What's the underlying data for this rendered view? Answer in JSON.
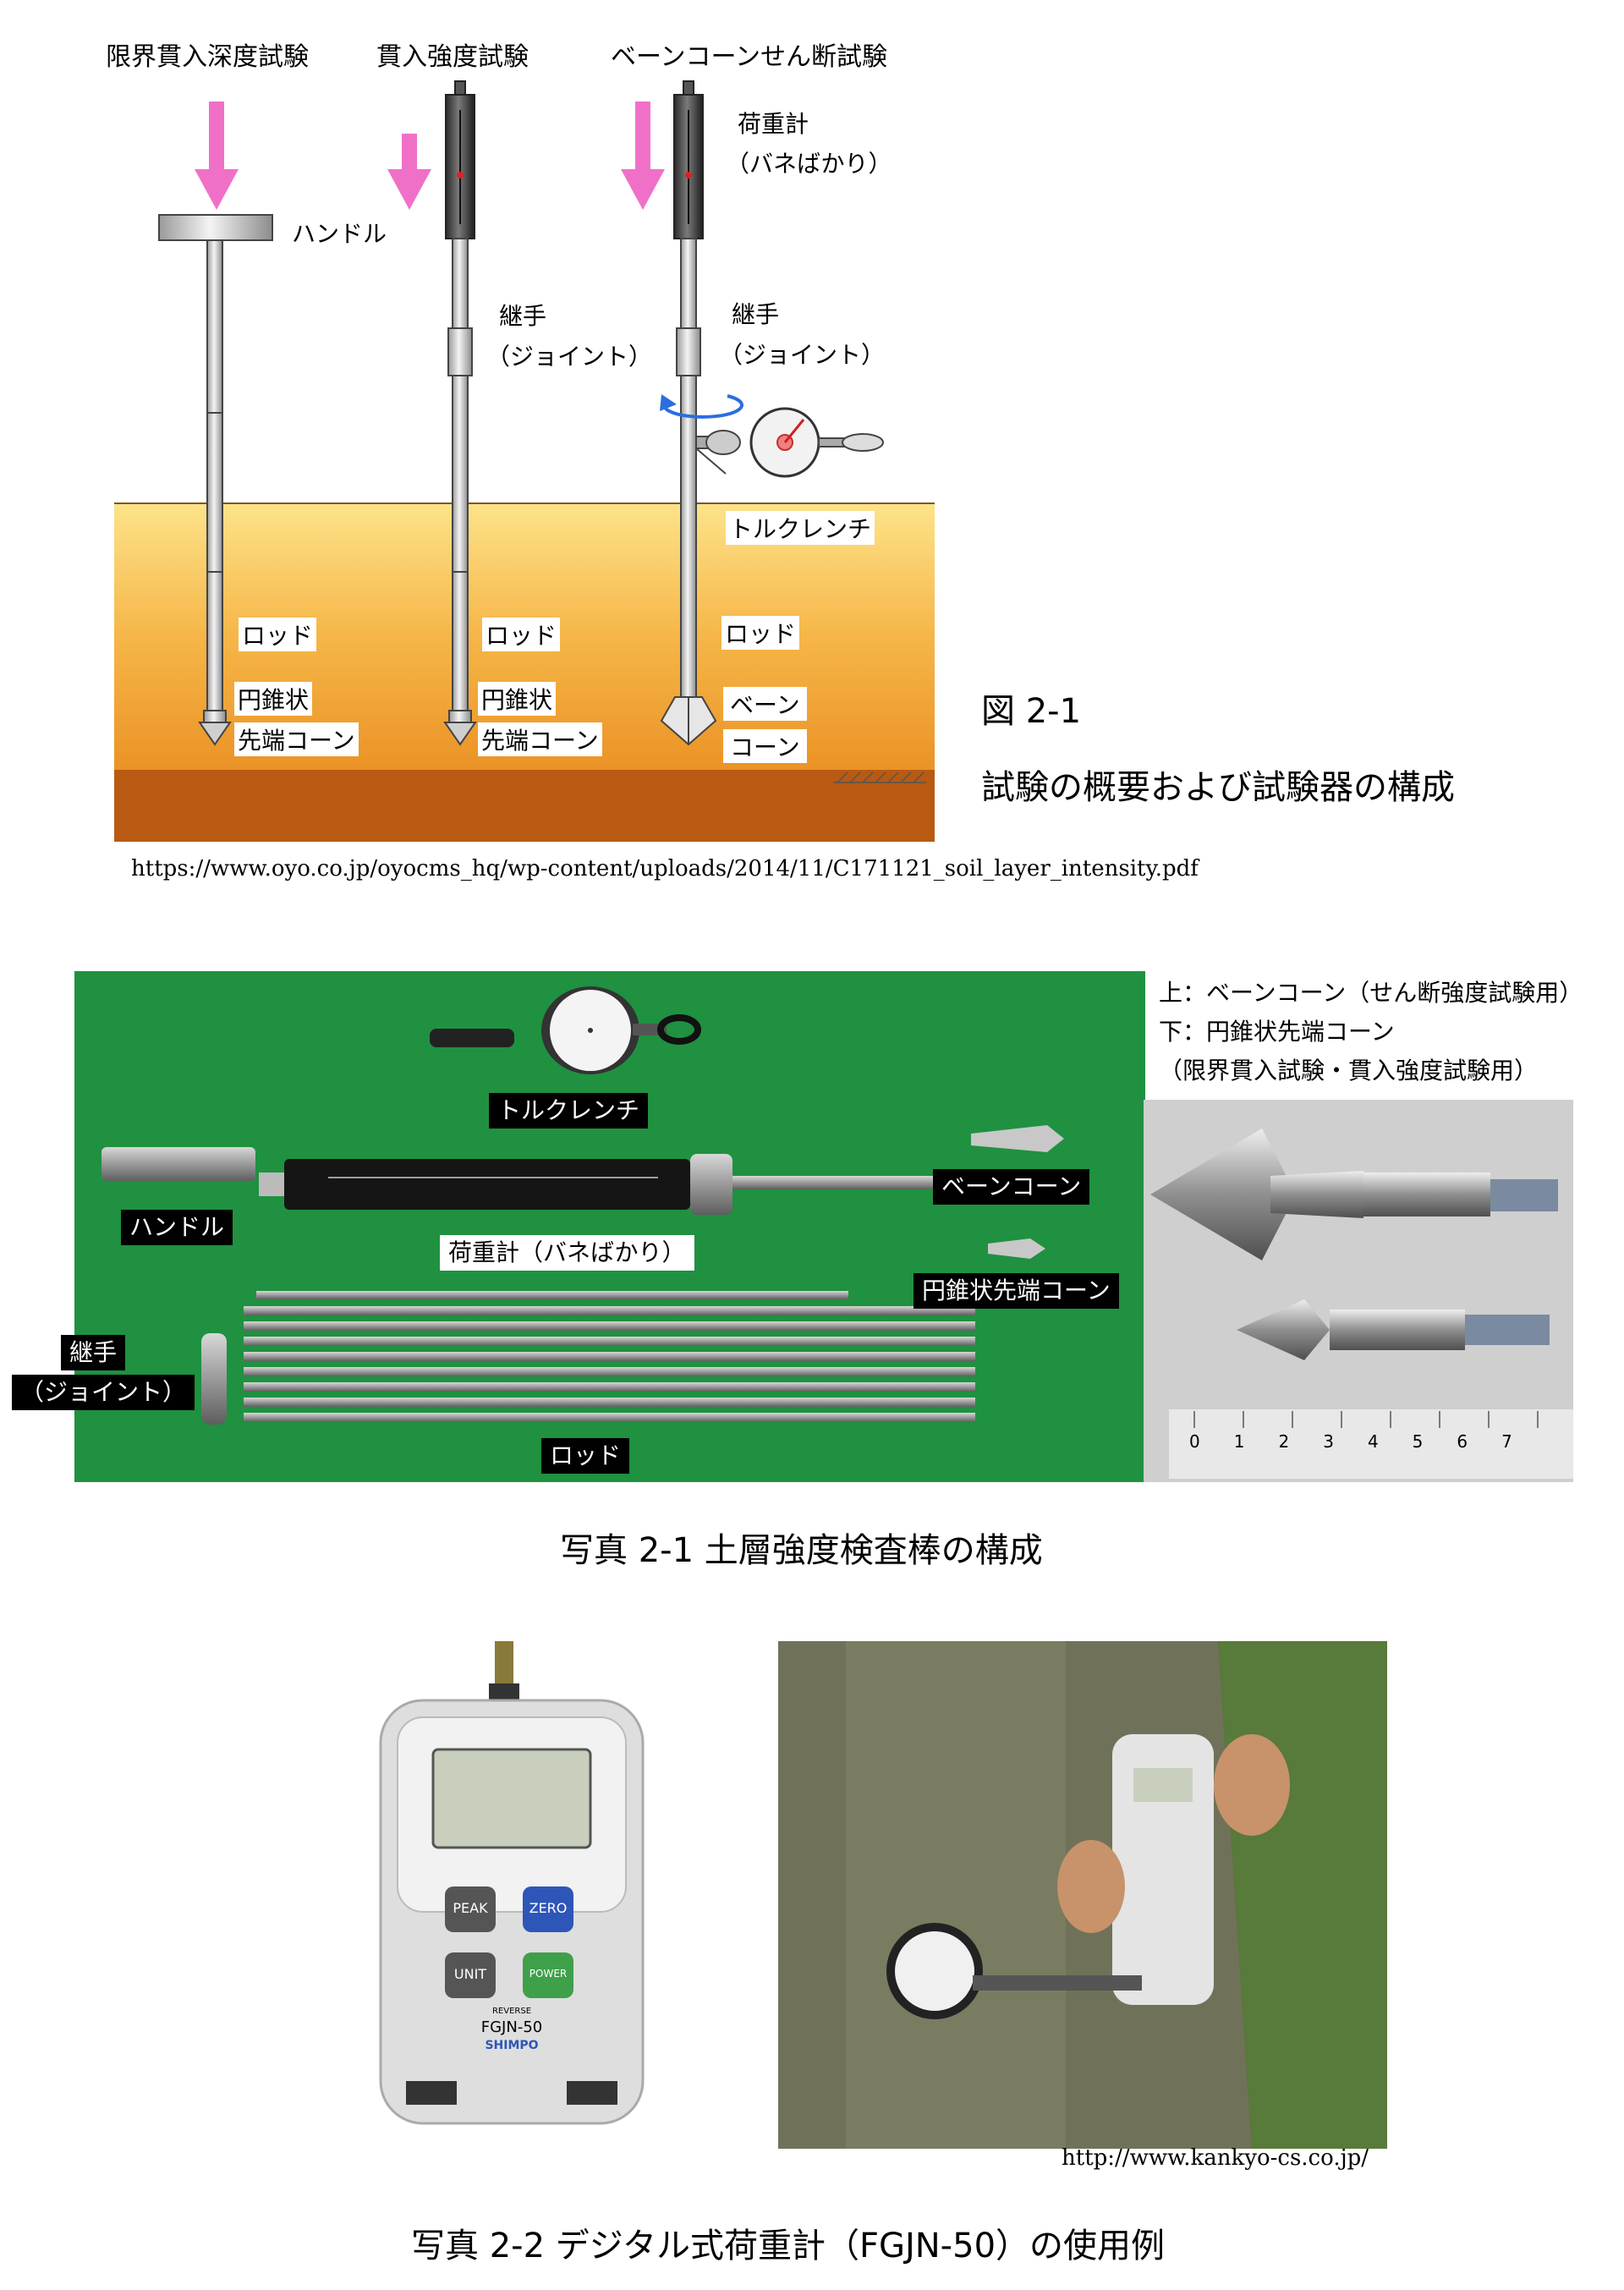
{
  "figure1": {
    "test_titles": [
      "限界貫入深度試験",
      "貫入強度試験",
      "ベーンコーンせん断試験"
    ],
    "labels": {
      "handle": "ハンドル",
      "joint_a": "継手",
      "joint_b": "（ジョイント）",
      "load_meter_a": "荷重計",
      "load_meter_b": "（バネばかり）",
      "torque_wrench": "トルクレンチ",
      "rod": "ロッド",
      "cone_a": "円錐状",
      "cone_b": "先端コーン",
      "vane_a": "ベーン",
      "vane_b": "コーン"
    },
    "number": "図 2-1",
    "caption": "試験の概要および試験器の構成",
    "source_url": "https://www.oyo.co.jp/oyocms_hq/wp-content/uploads/2014/11/C171121_soil_layer_intensity.pdf",
    "colors": {
      "arrow": "#f070c8",
      "soil_top": "#f9d36a",
      "soil_mid": "#f0a030",
      "soil_deep": "#b85a12"
    }
  },
  "photo1": {
    "tags": {
      "torque_wrench": "トルクレンチ",
      "vane_cone": "ベーンコーン",
      "handle": "ハンドル",
      "load_meter": "荷重計（バネばかり）",
      "cone": "円錐状先端コーン",
      "joint_a": "継手",
      "joint_b": "（ジョイント）",
      "rod": "ロッド"
    },
    "side_notes": [
      "上：ベーンコーン（せん断強度試験用）",
      "下：円錐状先端コーン",
      "（限界貫入試験・貫入強度試験用）"
    ],
    "ruler_ticks": [
      "0",
      "1",
      "2",
      "3",
      "4",
      "5",
      "6",
      "7"
    ],
    "caption": "写真 2-1  土層強度検査棒の構成"
  },
  "photo2": {
    "device": {
      "buttons": [
        "PEAK",
        "ZERO",
        "UNIT",
        "POWER"
      ],
      "reverse_label": "REVERSE",
      "model": "FGJN-50",
      "brand": "SHIMPO"
    },
    "source_url": "http://www.kankyo-cs.co.jp/",
    "caption": "写真 2-2  デジタル式荷重計（FGJN-50）の使用例"
  }
}
